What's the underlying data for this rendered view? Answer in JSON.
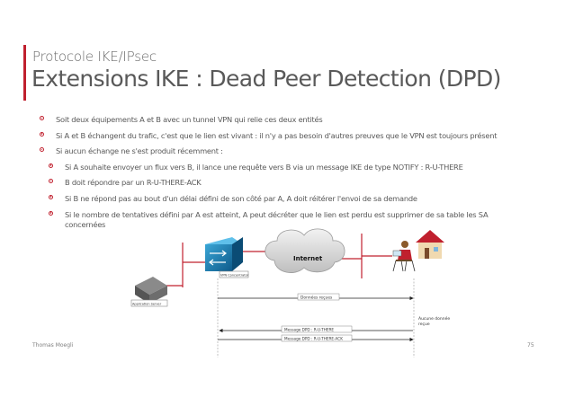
{
  "header": {
    "subtitle": "Protocole IKE/IPsec",
    "title": "Extensions IKE : Dead Peer Detection (DPD)"
  },
  "bullets": [
    {
      "level": 1,
      "text": "Soit deux équipements A et B avec un tunnel VPN qui relie ces deux entités"
    },
    {
      "level": 1,
      "text": "Si A et B échangent du trafic, c'est que le lien est vivant : il n'y a pas besoin d'autres preuves que le VPN est toujours présent"
    },
    {
      "level": 1,
      "text": "Si aucun échange ne s'est produit récemment :"
    },
    {
      "level": 2,
      "text": "Si A souhaite envoyer un flux vers B, il lance une requête vers B via un message IKE de type NOTIFY : R-U-THERE"
    },
    {
      "level": 2,
      "text": "B doit répondre par un R-U-THERE-ACK"
    },
    {
      "level": 2,
      "text": "Si B ne répond pas au bout d'un délai défini de son côté par A, A doit réitérer l'envoi de sa demande"
    },
    {
      "level": 2,
      "text": "Si le nombre de tentatives défini par A est atteint, A peut décréter que le lien est perdu est supprimer de sa table les SA concernées"
    }
  ],
  "diagram": {
    "cloud_label": "Internet",
    "server_label": "Application Server",
    "concentrator_label": "VPN Concentrator",
    "arrow_data_label": "Données reçues",
    "no_data_label": "Aucune donnée reçue",
    "dpd1_label": "Message DPD : R-U-THERE",
    "dpd2_label": "Message DPD : R-U-THERE-ACK"
  },
  "footer": {
    "author": "Thomas Moegli",
    "page": "75"
  },
  "colors": {
    "accent": "#c0202e",
    "text": "#595959"
  }
}
